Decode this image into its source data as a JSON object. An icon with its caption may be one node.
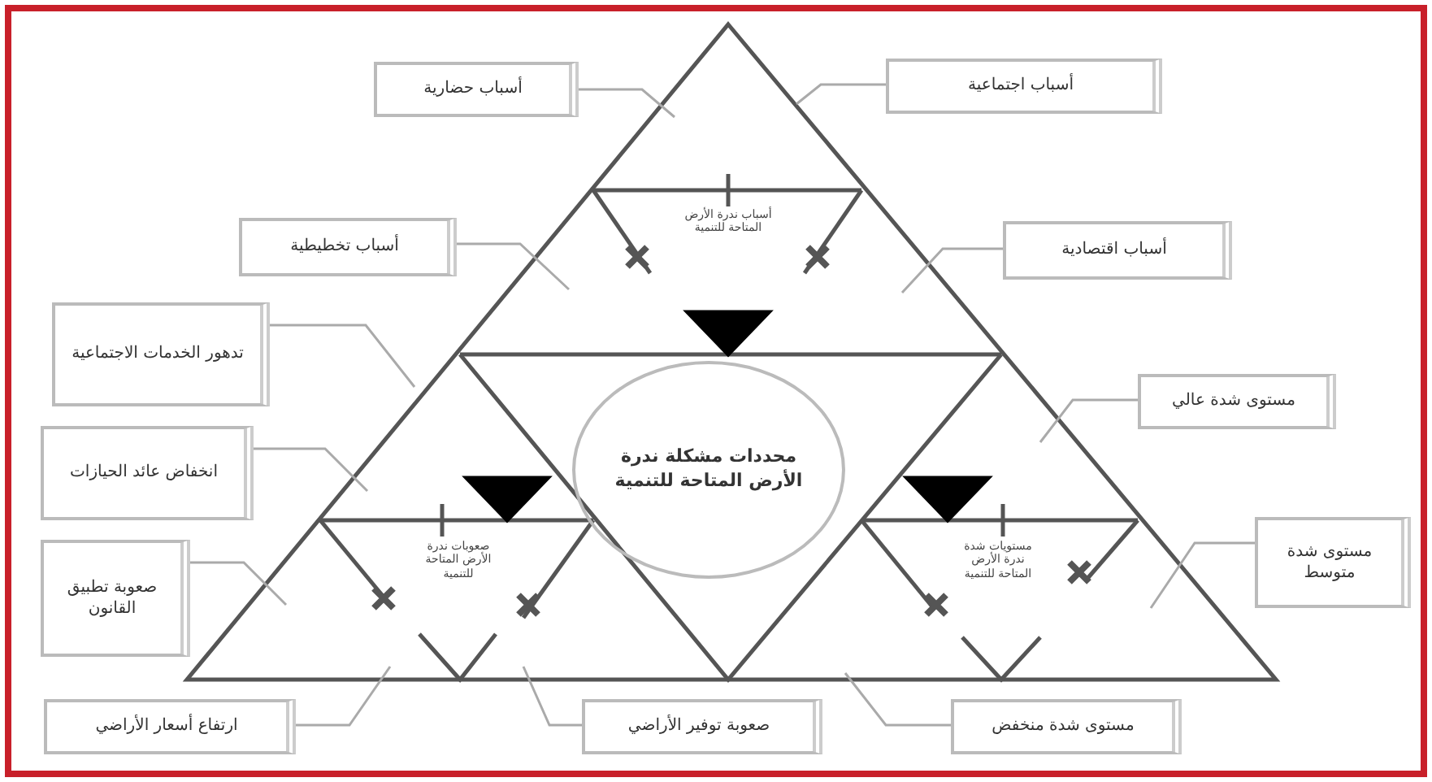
{
  "diagram": {
    "nodes": [
      {
        "text": [
          "أسباب حضارية"
        ]
      },
      {
        "text": [
          "أسباب اجتماعية"
        ]
      },
      {
        "text": [
          "أسباب تخطيطية"
        ]
      },
      {
        "text": [
          "أسباب اقتصادية"
        ]
      },
      {
        "text": [
          "تدهور الخدمات الاجتماعية"
        ]
      },
      {
        "text": [
          "مستوى شدة عالي"
        ]
      },
      {
        "text": [
          "محددات مشكلة ندرة الأرض المتاحة للتنمية"
        ]
      },
      {
        "text": [
          "انخفاض عائد الحيازات"
        ]
      },
      {
        "text": [
          "صعوبة تطبيق القانون"
        ]
      },
      {
        "text": [
          "مستوى شدة متوسط"
        ]
      },
      {
        "text": [
          "ارتفاع أسعار الأراضي"
        ]
      },
      {
        "text": [
          "صعوبة توفير الأراضي"
        ]
      },
      {
        "text": [
          "مستوى شدة منخفض"
        ]
      }
    ],
    "edges": [
      {
        "from": 0,
        "to": null,
        "arrow": "none"
      },
      {
        "from": 1,
        "to": null,
        "arrow": "none"
      },
      {
        "from": 2,
        "to": null,
        "arrow": "none"
      },
      {
        "from": 3,
        "to": null,
        "arrow": "none"
      },
      {
        "from": 4,
        "to": null,
        "arrow": "none"
      },
      {
        "from": 5,
        "to": null,
        "arrow": "none"
      },
      {
        "from": 7,
        "to": null,
        "arrow": "none"
      },
      {
        "from": 8,
        "to": null,
        "arrow": "none"
      },
      {
        "from": 9,
        "to": null,
        "arrow": "none"
      },
      {
        "from": 10,
        "to": null,
        "arrow": "none"
      },
      {
        "from": 11,
        "to": null,
        "arrow": "none"
      },
      {
        "from": 12,
        "to": null,
        "arrow": "none"
      }
    ],
    "labels": [
      "أسباب ندرة الأرض المتاحة للتنمية",
      "صعوبات ندرة الأرض المتاحة للتنمية",
      "مستويات شدة ندرة الأرض المتاحة للتنمية"
    ]
  }
}
